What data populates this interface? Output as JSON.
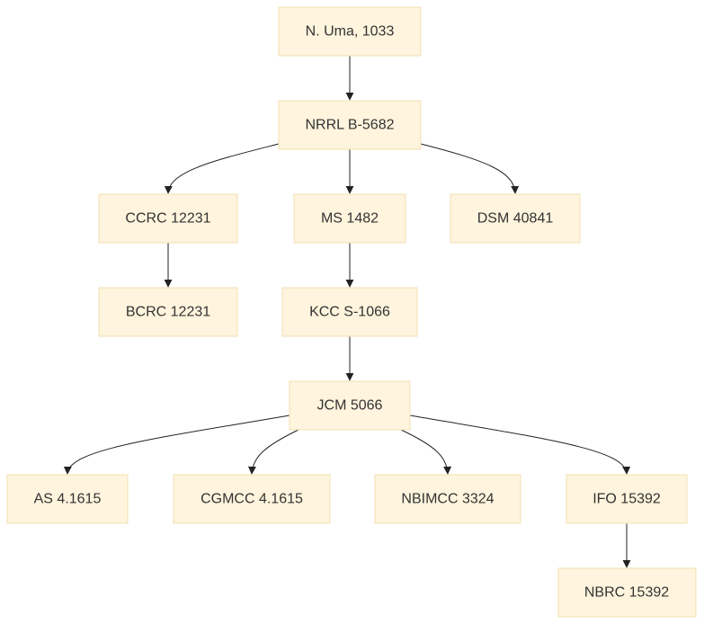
{
  "nodes": [
    {
      "id": "n_uma",
      "label": "N. Uma, 1033"
    },
    {
      "id": "nrrl",
      "label": "NRRL B-5682"
    },
    {
      "id": "ccrc",
      "label": "CCRC 12231"
    },
    {
      "id": "ms",
      "label": "MS 1482"
    },
    {
      "id": "dsm",
      "label": "DSM 40841"
    },
    {
      "id": "bcrc",
      "label": "BCRC 12231"
    },
    {
      "id": "kcc",
      "label": "KCC S-1066"
    },
    {
      "id": "jcm",
      "label": "JCM 5066"
    },
    {
      "id": "as",
      "label": "AS 4.1615"
    },
    {
      "id": "cgmcc",
      "label": "CGMCC 4.1615"
    },
    {
      "id": "nbimcc",
      "label": "NBIMCC 3324"
    },
    {
      "id": "ifo",
      "label": "IFO 15392"
    },
    {
      "id": "nbrc",
      "label": "NBRC 15392"
    }
  ],
  "edges": [
    {
      "from": "n_uma",
      "to": "nrrl"
    },
    {
      "from": "nrrl",
      "to": "ccrc"
    },
    {
      "from": "nrrl",
      "to": "ms"
    },
    {
      "from": "nrrl",
      "to": "dsm"
    },
    {
      "from": "ccrc",
      "to": "bcrc"
    },
    {
      "from": "ms",
      "to": "kcc"
    },
    {
      "from": "kcc",
      "to": "jcm"
    },
    {
      "from": "jcm",
      "to": "as"
    },
    {
      "from": "jcm",
      "to": "cgmcc"
    },
    {
      "from": "jcm",
      "to": "nbimcc"
    },
    {
      "from": "jcm",
      "to": "ifo"
    },
    {
      "from": "ifo",
      "to": "nbrc"
    }
  ],
  "colors": {
    "node_fill": "#fff4dd",
    "node_border": "#f0e0b4",
    "edge": "#222222",
    "text": "#333333"
  }
}
